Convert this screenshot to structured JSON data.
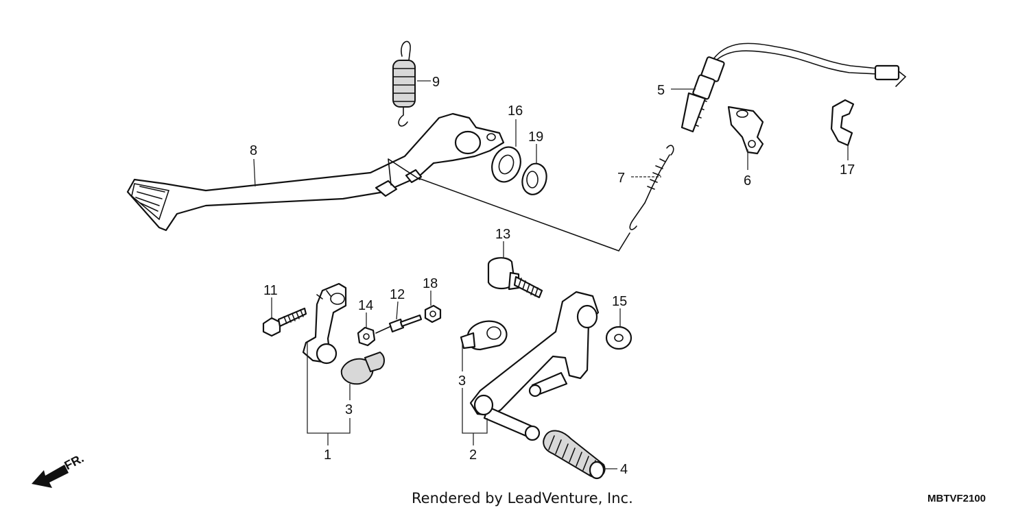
{
  "callouts": {
    "c1": "1",
    "c2": "2",
    "c3a": "3",
    "c3b": "3",
    "c4": "4",
    "c5": "5",
    "c6": "6",
    "c7": "7",
    "c8": "8",
    "c9": "9",
    "c11": "11",
    "c12": "12",
    "c13": "13",
    "c14": "14",
    "c15": "15",
    "c16": "16",
    "c17": "17",
    "c18": "18",
    "c19": "19"
  },
  "direction_label": "FR.",
  "footer": {
    "credit": "Rendered by LeadVenture, Inc.",
    "diagram_code": "MBTVF2100"
  }
}
